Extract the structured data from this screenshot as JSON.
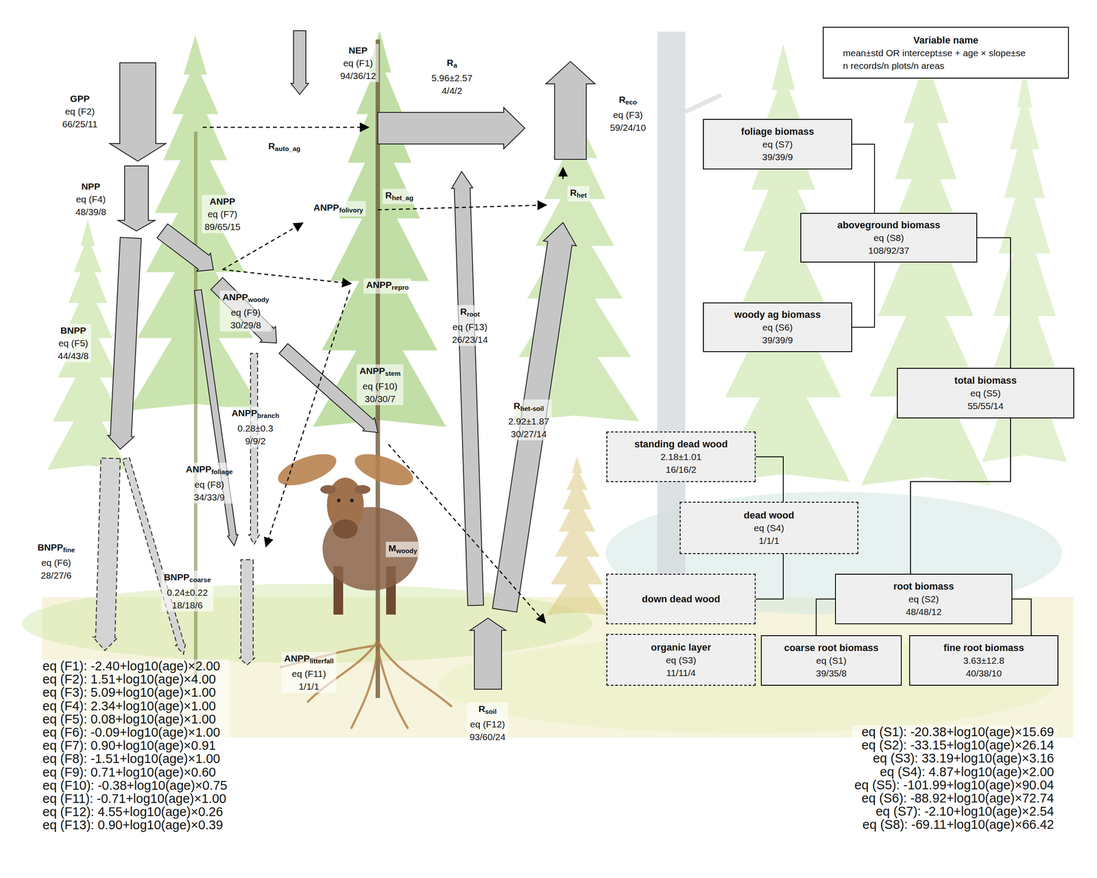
{
  "diagram": {
    "nodes": [
      {
        "text": [
          "Variable name",
          "mean±std OR intercept±se + age × slope±se",
          "n records/n plots/n areas"
        ]
      },
      {
        "text": [
          "foliage biomass",
          "eq (S7)",
          "39/39/9"
        ]
      },
      {
        "text": [
          "aboveground biomass",
          "eq (S8)",
          "108/92/37"
        ]
      },
      {
        "text": [
          "woody ag biomass",
          "eq (S6)",
          "39/39/9"
        ]
      },
      {
        "text": [
          "total biomass",
          "eq (S5)",
          "55/55/14"
        ]
      },
      {
        "text": [
          "standing dead wood",
          "2.18±1.01",
          "16/16/2"
        ]
      },
      {
        "text": [
          "dead wood",
          "eq (S4)",
          "1/1/1"
        ]
      },
      {
        "text": [
          "down dead wood"
        ]
      },
      {
        "text": [
          "root biomass",
          "eq (S2)",
          "48/48/12"
        ]
      },
      {
        "text": [
          "organic layer",
          "eq (S3)",
          "11/11/4"
        ]
      },
      {
        "text": [
          "coarse root biomass",
          "eq (S1)",
          "39/35/8"
        ]
      },
      {
        "text": [
          "fine root biomass",
          "3.63±12.8",
          "40/38/10"
        ]
      }
    ],
    "edges": [
      {
        "from": 2,
        "to": 1,
        "arrow": "none"
      },
      {
        "from": 2,
        "to": 3,
        "arrow": "none"
      },
      {
        "from": 4,
        "to": 2,
        "arrow": "none"
      },
      {
        "from": 4,
        "to": 8,
        "arrow": "none"
      },
      {
        "from": 6,
        "to": 5,
        "arrow": "none"
      },
      {
        "from": 6,
        "to": 7,
        "arrow": "none"
      },
      {
        "from": 8,
        "to": 10,
        "arrow": "none"
      },
      {
        "from": 8,
        "to": 11,
        "arrow": "none"
      }
    ],
    "labels": [
      "NEP",
      "eq (F1)",
      "94/36/12",
      "R",
      "a",
      "5.96±2.57",
      "4/4/2",
      "GPP",
      "eq (F2)",
      "66/25/11",
      "R",
      "eco",
      "eq (F3)",
      "59/24/10",
      "R",
      "auto_ag",
      "NPP",
      "eq (F4)",
      "48/39/8",
      "R",
      "het_ag",
      "R",
      "het",
      "ANPP",
      "eq (F7)",
      "89/65/15",
      "ANPP",
      "folivory",
      "ANPP",
      "repro",
      "ANPP",
      "woody",
      "eq (F9)",
      "30/29/8",
      "R",
      "root",
      "eq (F13)",
      "26/23/14",
      "BNPP",
      "eq (F5)",
      "44/43/8",
      "ANPP",
      "stem",
      "eq (F10)",
      "30/30/7",
      "R",
      "het-soil",
      "2.92±1.87",
      "30/27/14",
      "ANPP",
      "branch",
      "0.28±0.3",
      "9/9/2",
      "ANPP",
      "foliage",
      "eq (F8)",
      "34/33/9",
      "BNPP",
      "fine",
      "eq (F6)",
      "28/27/6",
      "M",
      "woody",
      "BNPP",
      "coarse",
      "0.24±0.22",
      "18/18/6",
      "ANPP",
      "litterfall",
      "eq (F11)",
      "1/1/1",
      "R",
      "soil",
      "eq (F12)",
      "93/60/24",
      "eq (F1): -2.40+log10(age)×2.00",
      "eq (F2): 1.51+log10(age)×4.00",
      "eq (F3): 5.09+log10(age)×1.00",
      "eq (F4): 2.34+log10(age)×1.00",
      "eq (F5): 0.08+log10(age)×1.00",
      "eq (F6): -0.09+log10(age)×1.00",
      "eq (F7): 0.90+log10(age)×0.91",
      "eq (F8): -1.51+log10(age)×1.00",
      "eq (F9): 0.71+log10(age)×0.60",
      "eq (F10): -0.38+log10(age)×0.75",
      "eq (F11): -0.71+log10(age)×1.00",
      "eq (F12): 4.55+log10(age)×0.26",
      "eq (F13): 0.90+log10(age)×0.39",
      "eq (S1): -20.38+log10(age)×15.69",
      "eq (S2): -33.15+log10(age)×26.14",
      "eq (S3): 33.19+log10(age)×3.16",
      "eq (S4): 4.87+log10(age)×2.00",
      "eq (S5): -101.99+log10(age)×90.04",
      "eq (S6): -88.92+log10(age)×72.74",
      "eq (S7): -2.10+log10(age)×2.54",
      "eq (S8): -69.11+log10(age)×66.42"
    ]
  }
}
